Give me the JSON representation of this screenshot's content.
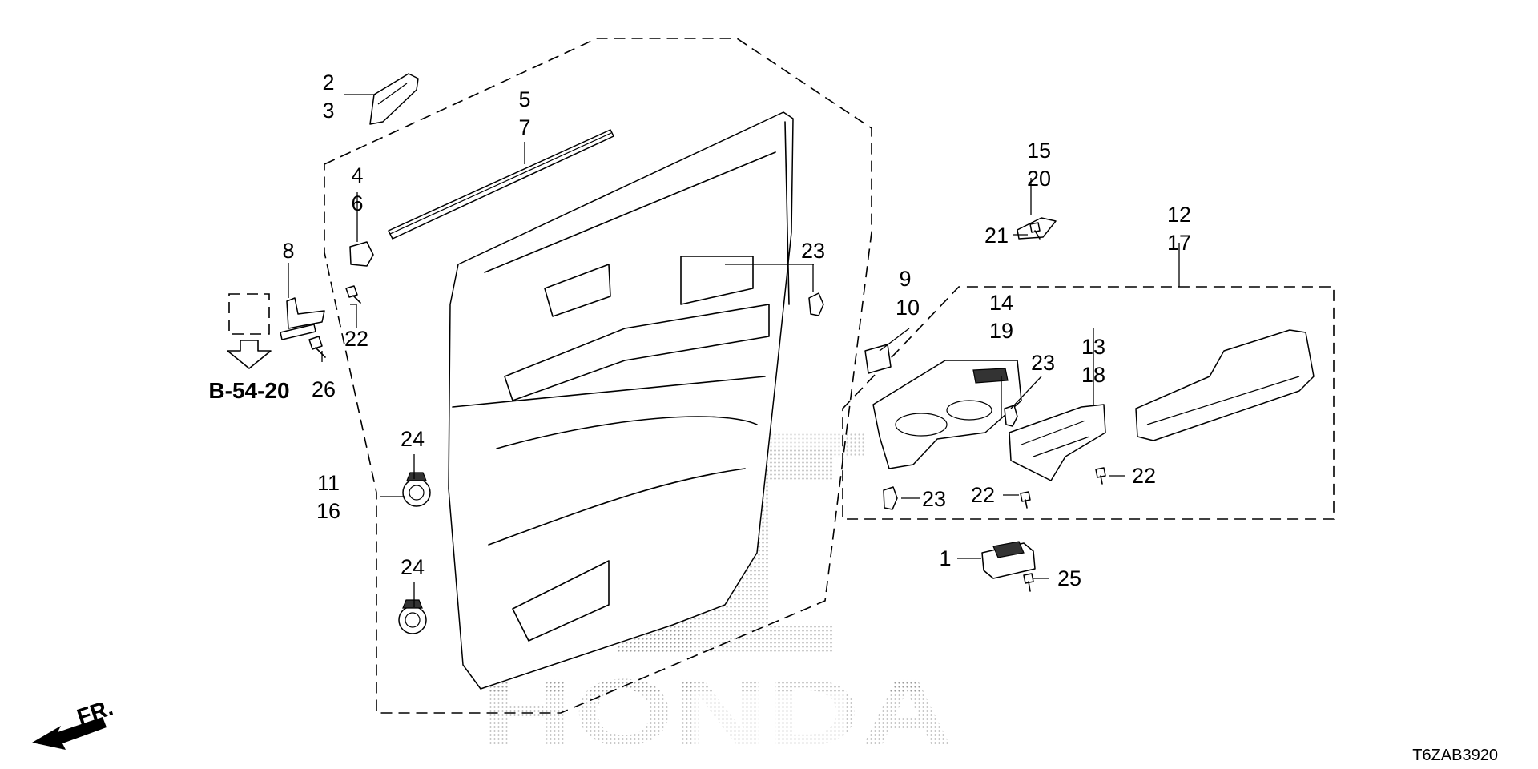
{
  "diagram": {
    "diagram_code": "T6ZAB3920",
    "reference": "B-54-20",
    "front_indicator": "FR.",
    "watermark_text": "HONDA",
    "callouts": {
      "c1": "1",
      "c2": "2",
      "c3": "3",
      "c4": "4",
      "c5": "5",
      "c6": "6",
      "c7": "7",
      "c8": "8",
      "c9": "9",
      "c10": "10",
      "c11": "11",
      "c12": "12",
      "c13": "13",
      "c14": "14",
      "c15": "15",
      "c16": "16",
      "c17": "17",
      "c18": "18",
      "c19": "19",
      "c20": "20",
      "c21": "21",
      "c22a": "22",
      "c22b": "22",
      "c22c": "22",
      "c23a": "23",
      "c23b": "23",
      "c23c": "23",
      "c24a": "24",
      "c24b": "24",
      "c25": "25",
      "c26": "26"
    }
  }
}
